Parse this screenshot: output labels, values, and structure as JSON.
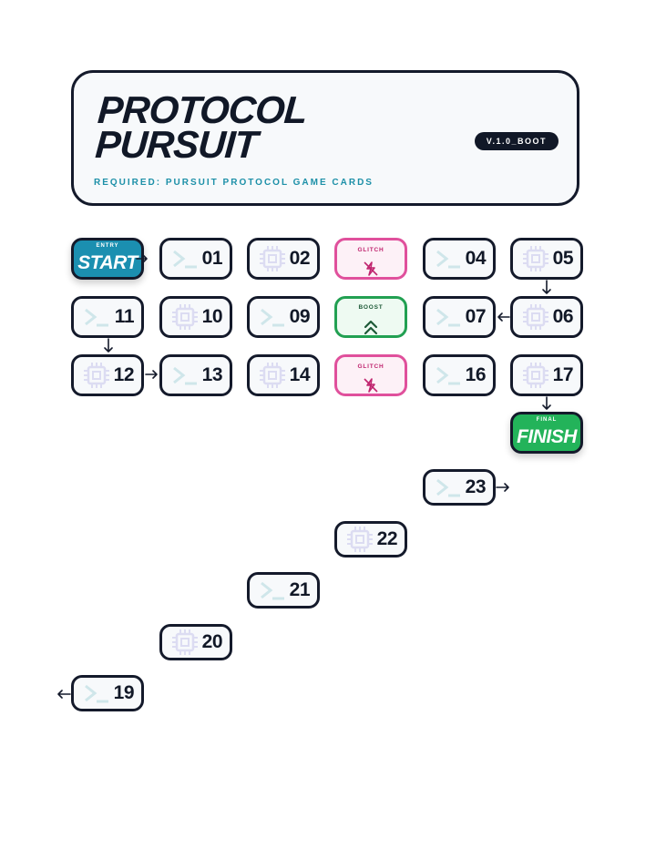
{
  "header": {
    "title_line1": "PROTOCOL",
    "title_line2": "PURSUIT",
    "subtitle": "REQUIRED: PURSUIT PROTOCOL GAME CARDS",
    "version": "V.1.0_BOOT"
  },
  "board": {
    "start": {
      "tag": "ENTRY",
      "label": "START"
    },
    "finish": {
      "tag": "FINAL",
      "label": "FINISH"
    },
    "tiles": {
      "t01": "01",
      "t02": "02",
      "t03": "GLITCH",
      "t04": "04",
      "t05": "05",
      "t06": "06",
      "t07": "07",
      "t08": "BOOST",
      "t09": "09",
      "t10": "10",
      "t11": "11",
      "t12": "12",
      "t13": "13",
      "t14": "14",
      "t15": "GLITCH",
      "t16": "16",
      "t17": "17",
      "t19": "19",
      "t20": "20",
      "t21": "21",
      "t22": "22",
      "t23": "23"
    }
  },
  "colors": {
    "start": "#1b8fb0",
    "finish": "#23b35a",
    "glitch": "#e0509c",
    "boost": "#22a052",
    "outline": "#141a2b"
  }
}
